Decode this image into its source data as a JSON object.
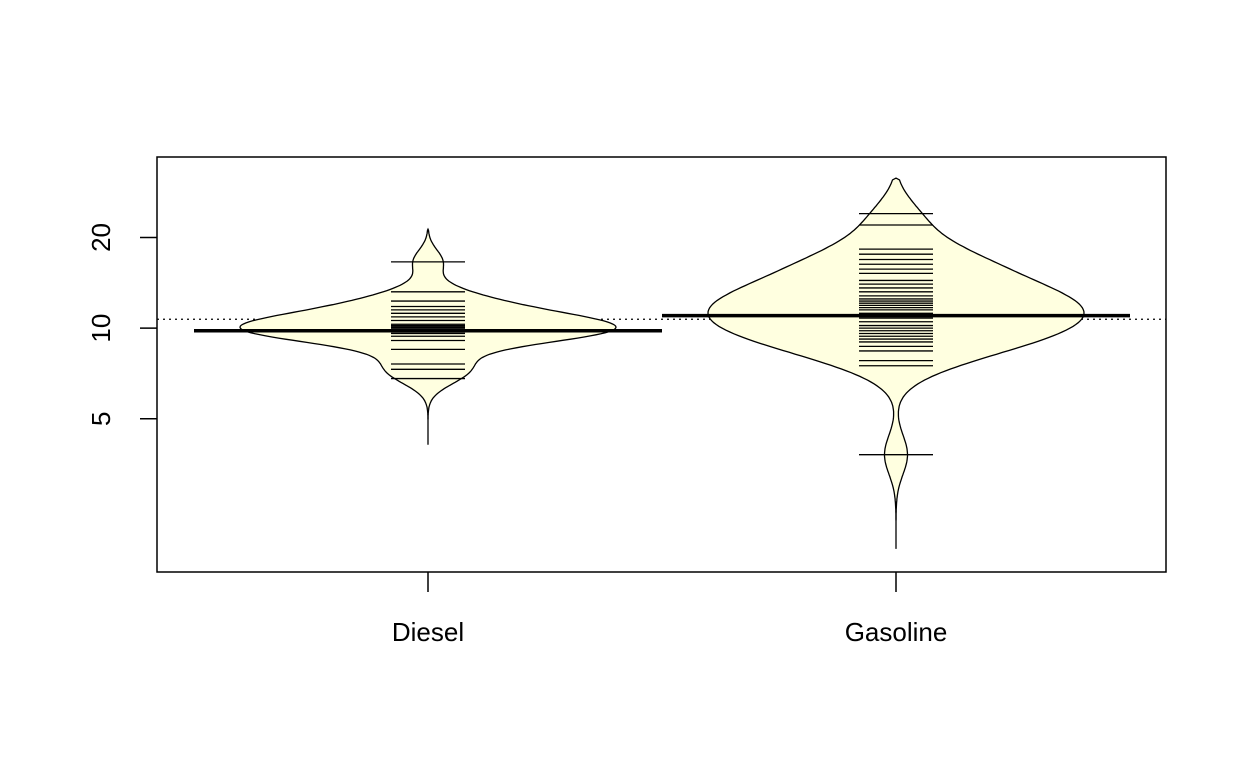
{
  "chart_data": {
    "type": "beanplot",
    "title": "",
    "xlabel": "",
    "ylabel": "",
    "log_y": true,
    "ylim": [
      1.55,
      37
    ],
    "y_ticks": [
      5,
      10,
      20
    ],
    "y_tick_labels": [
      "5",
      "10",
      "20"
    ],
    "categories": [
      "Diesel",
      "Gasoline"
    ],
    "overall_mean": 10.7,
    "grid": false,
    "legend": "none",
    "colors": {
      "bean_fill": "#FFFFE0",
      "outline": "#000000"
    },
    "beans": [
      {
        "name": "Diesel",
        "mean": 9.8,
        "observations": [
          6.8,
          7.3,
          7.6,
          8.5,
          9.1,
          9.4,
          9.6,
          9.7,
          9.8,
          9.8,
          9.9,
          10.0,
          10.1,
          10.2,
          10.3,
          10.6,
          10.9,
          11.2,
          11.5,
          11.8,
          12.3,
          13.2,
          16.6
        ],
        "range": [
          4.1,
          21.3
        ]
      },
      {
        "name": "Gasoline",
        "mean": 11.0,
        "observations": [
          3.8,
          7.5,
          7.8,
          8.4,
          8.7,
          9.0,
          9.2,
          9.4,
          9.6,
          9.8,
          10.0,
          10.2,
          10.5,
          10.8,
          11.0,
          11.2,
          11.5,
          11.7,
          11.9,
          12.1,
          12.3,
          12.5,
          12.8,
          13.2,
          13.6,
          14.0,
          14.4,
          15.2,
          15.7,
          16.3,
          16.9,
          17.6,
          18.3,
          22.0,
          24.0
        ],
        "range": [
          1.85,
          31.5
        ]
      }
    ]
  }
}
